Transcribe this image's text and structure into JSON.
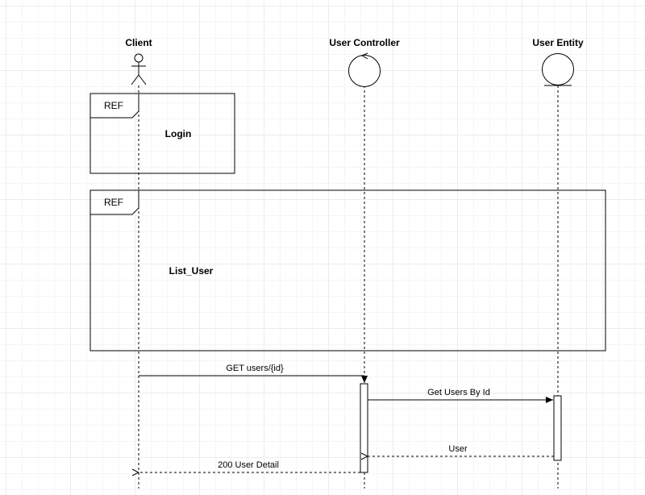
{
  "lifelines": {
    "client": "Client",
    "controller": "User Controller",
    "entity": "User Entity"
  },
  "refs": [
    {
      "tag": "REF",
      "name": "Login"
    },
    {
      "tag": "REF",
      "name": "List_User"
    }
  ],
  "messages": [
    {
      "label": "GET users/{id}",
      "style": "solid"
    },
    {
      "label": "Get Users By Id",
      "style": "solid"
    },
    {
      "label": "User",
      "style": "dashed"
    },
    {
      "label": "200 User Detail",
      "style": "dashed"
    }
  ]
}
